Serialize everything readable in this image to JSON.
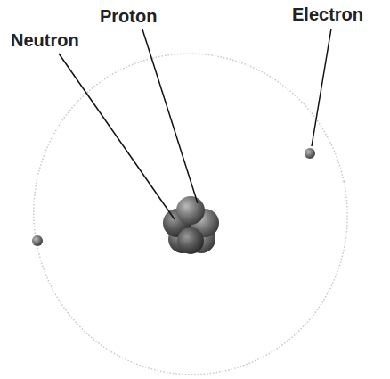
{
  "diagram": {
    "labels": [
      "Proton",
      "Neutron",
      "Electron"
    ]
  }
}
